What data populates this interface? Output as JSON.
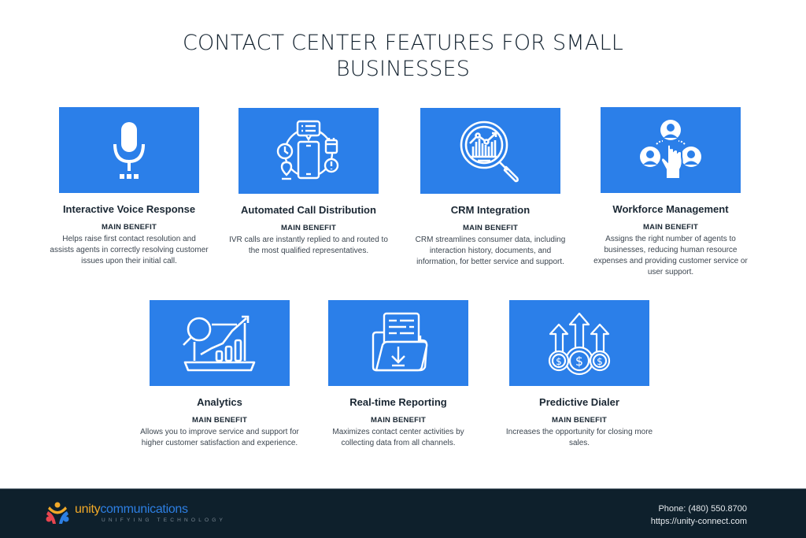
{
  "title": {
    "line1": "CONTACT CENTER FEATURES FOR SMALL",
    "line2": "BUSINESSES"
  },
  "colors": {
    "accent": "#2b7fe9",
    "footer_bg": "#0e202c",
    "text_dark": "#1a2733"
  },
  "features": [
    {
      "icon": "microphone-icon",
      "title": "Interactive Voice Response",
      "label": "MAIN BENEFIT",
      "description": "Helps raise first contact resolution and assists agents in correctly resolving customer issues upon their initial call."
    },
    {
      "icon": "call-distribution-icon",
      "title": "Automated Call Distribution",
      "label": "MAIN BENEFIT",
      "description": "IVR calls are instantly replied to and routed to the most qualified representatives."
    },
    {
      "icon": "magnifier-chart-icon",
      "title": "CRM Integration",
      "label": "MAIN BENEFIT",
      "description": "CRM streamlines consumer data, including interaction history, documents, and information, for better service and support."
    },
    {
      "icon": "team-selection-icon",
      "title": "Workforce Management",
      "label": "MAIN BENEFIT",
      "description": "Assigns the right number of agents to businesses, reducing human resource expenses and providing customer service or user support."
    },
    {
      "icon": "analytics-laptop-icon",
      "title": "Analytics",
      "label": "MAIN BENEFIT",
      "description": "Allows you to improve service and support for higher customer satisfaction and experience."
    },
    {
      "icon": "folder-download-icon",
      "title": "Real-time Reporting",
      "label": "MAIN BENEFIT",
      "description": "Maximizes contact center activities by collecting data from all channels."
    },
    {
      "icon": "dollar-growth-icon",
      "title": "Predictive Dialer",
      "label": "MAIN BENEFIT",
      "description": "Increases the opportunity for closing more sales."
    }
  ],
  "footer": {
    "logo_part1": "unity",
    "logo_part2": "communications",
    "tagline": "UNIFYING TECHNOLOGY",
    "phone": "Phone: (480) 550.8700",
    "website": "https://unity-connect.com"
  }
}
